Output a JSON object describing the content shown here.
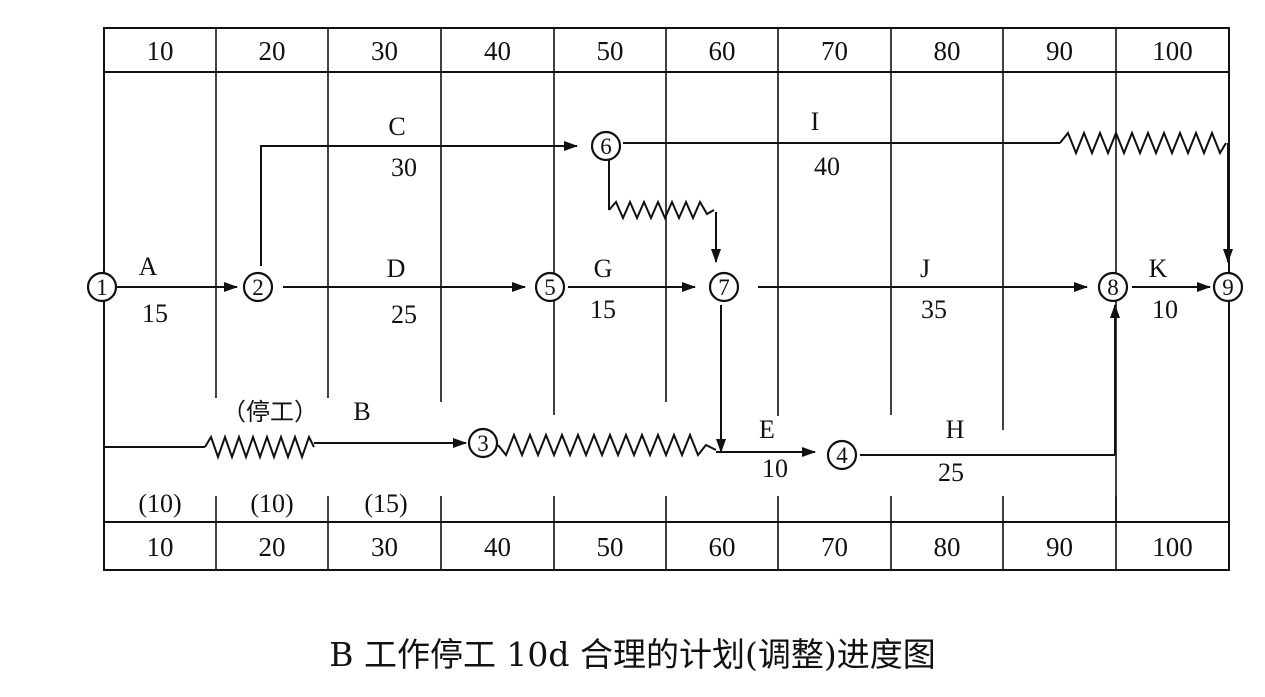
{
  "timeline_top": [
    "10",
    "20",
    "30",
    "40",
    "50",
    "60",
    "70",
    "80",
    "90",
    "100"
  ],
  "timeline_bottom": [
    "10",
    "20",
    "30",
    "40",
    "50",
    "60",
    "70",
    "80",
    "90",
    "100"
  ],
  "nodes": [
    {
      "id": "n1",
      "label": "1"
    },
    {
      "id": "n2",
      "label": "2"
    },
    {
      "id": "n3",
      "label": "3"
    },
    {
      "id": "n4",
      "label": "4"
    },
    {
      "id": "n5",
      "label": "5"
    },
    {
      "id": "n6",
      "label": "6"
    },
    {
      "id": "n7",
      "label": "7"
    },
    {
      "id": "n8",
      "label": "8"
    },
    {
      "id": "n9",
      "label": "9"
    }
  ],
  "activities": [
    {
      "id": "A",
      "name": "A",
      "duration": "15"
    },
    {
      "id": "B",
      "name": "B",
      "duration": ""
    },
    {
      "id": "C",
      "name": "C",
      "duration": "30"
    },
    {
      "id": "D",
      "name": "D",
      "duration": "25"
    },
    {
      "id": "E",
      "name": "E",
      "duration": "10"
    },
    {
      "id": "G",
      "name": "G",
      "duration": "15"
    },
    {
      "id": "H",
      "name": "H",
      "duration": "25"
    },
    {
      "id": "I",
      "name": "I",
      "duration": "40"
    },
    {
      "id": "J",
      "name": "J",
      "duration": "35"
    },
    {
      "id": "K",
      "name": "K",
      "duration": "10"
    }
  ],
  "b_segments": [
    "(10)",
    "(10)",
    "(15)"
  ],
  "stop_label": "（停工）",
  "caption": "B 工作停工 10d 合理的计划(调整)进度图"
}
